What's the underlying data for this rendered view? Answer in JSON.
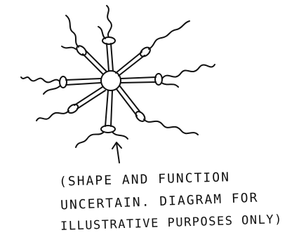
{
  "caption": {
    "line1": "(SHAPE AND FUNCTION",
    "line2": "UNCERTAIN. DIAGRAM FOR",
    "line3": "ILLUSTRATIVE PURPOSES ONLY)"
  },
  "colors": {
    "ink": "#111111",
    "background": "#ffffff"
  },
  "drawing": {
    "subject": "spiky-star-with-squiggly-tentacles",
    "arm_count": 8,
    "pointer": "up-arrow"
  }
}
